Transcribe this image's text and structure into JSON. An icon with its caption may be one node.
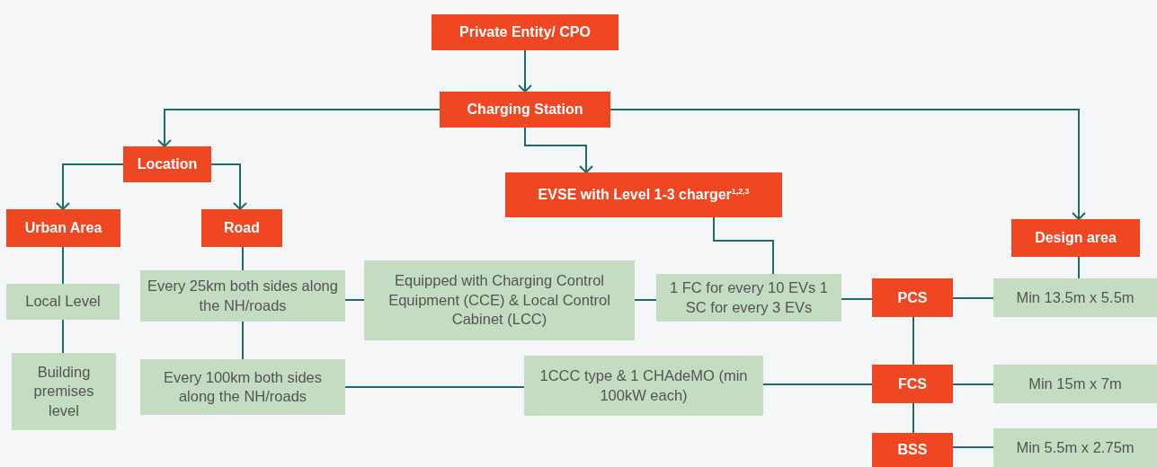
{
  "diagram": {
    "nodes": [
      {
        "text": [
          "Private Entity/ CPO"
        ]
      },
      {
        "text": [
          "Charging Station"
        ]
      },
      {
        "text": [
          "Location"
        ]
      },
      {
        "text": [
          "EVSE with Level 1-3 charger$^{1,2,3}$"
        ]
      },
      {
        "text": [
          "Urban Area"
        ]
      },
      {
        "text": [
          "Road"
        ]
      },
      {
        "text": [
          "Design area"
        ]
      },
      {
        "text": [
          "Local Level"
        ]
      },
      {
        "text": [
          "Every 25km both sides along the NH/roads"
        ]
      },
      {
        "text": [
          "Equipped with Charging Control Equipment (CCE) & Local Control Cabinet (LCC)"
        ]
      },
      {
        "text": [
          "1 FC for every 10 EVs 1 SC for every 3 EVs"
        ]
      },
      {
        "text": [
          "PCS"
        ]
      },
      {
        "text": [
          "Min 13.5m x 5.5m"
        ]
      },
      {
        "text": [
          "Building premises level"
        ]
      },
      {
        "text": [
          "Every 100km both sides along the NH/roads"
        ]
      },
      {
        "text": [
          "1CCC type & 1 CHAdeMO (min 100kW each)"
        ]
      },
      {
        "text": [
          "FCS"
        ]
      },
      {
        "text": [
          "Min 15m x 7m"
        ]
      },
      {
        "text": [
          "BSS"
        ]
      },
      {
        "text": [
          "Min 5.5m x 2.75m"
        ]
      }
    ],
    "edges": [
      {
        "from": 0,
        "to": 1,
        "arrow": "to"
      },
      {
        "from": 1,
        "to": 2,
        "arrow": "to"
      },
      {
        "from": 1,
        "to": 3,
        "arrow": "to"
      },
      {
        "from": 1,
        "to": 6,
        "arrow": "to"
      },
      {
        "from": 2,
        "to": 4,
        "arrow": "to"
      },
      {
        "from": 2,
        "to": 5,
        "arrow": "to"
      },
      {
        "from": 3,
        "to": 10,
        "arrow": "none"
      },
      {
        "from": 6,
        "to": 12,
        "arrow": "none"
      },
      {
        "from": 4,
        "to": 7,
        "arrow": "none"
      },
      {
        "from": 7,
        "to": 13,
        "arrow": "none"
      },
      {
        "from": 5,
        "to": 8,
        "arrow": "none"
      },
      {
        "from": 8,
        "to": 14,
        "arrow": "none"
      },
      {
        "from": 8,
        "to": 9,
        "arrow": "none"
      },
      {
        "from": 9,
        "to": 10,
        "arrow": "none"
      },
      {
        "from": 10,
        "to": 11,
        "arrow": "none"
      },
      {
        "from": 11,
        "to": 12,
        "arrow": "none"
      },
      {
        "from": 11,
        "to": 16,
        "arrow": "none"
      },
      {
        "from": 14,
        "to": 15,
        "arrow": "none"
      },
      {
        "from": 15,
        "to": 16,
        "arrow": "none"
      },
      {
        "from": 16,
        "to": 17,
        "arrow": "none"
      },
      {
        "from": 16,
        "to": 18,
        "arrow": "none"
      },
      {
        "from": 18,
        "to": 19,
        "arrow": "none"
      }
    ]
  }
}
